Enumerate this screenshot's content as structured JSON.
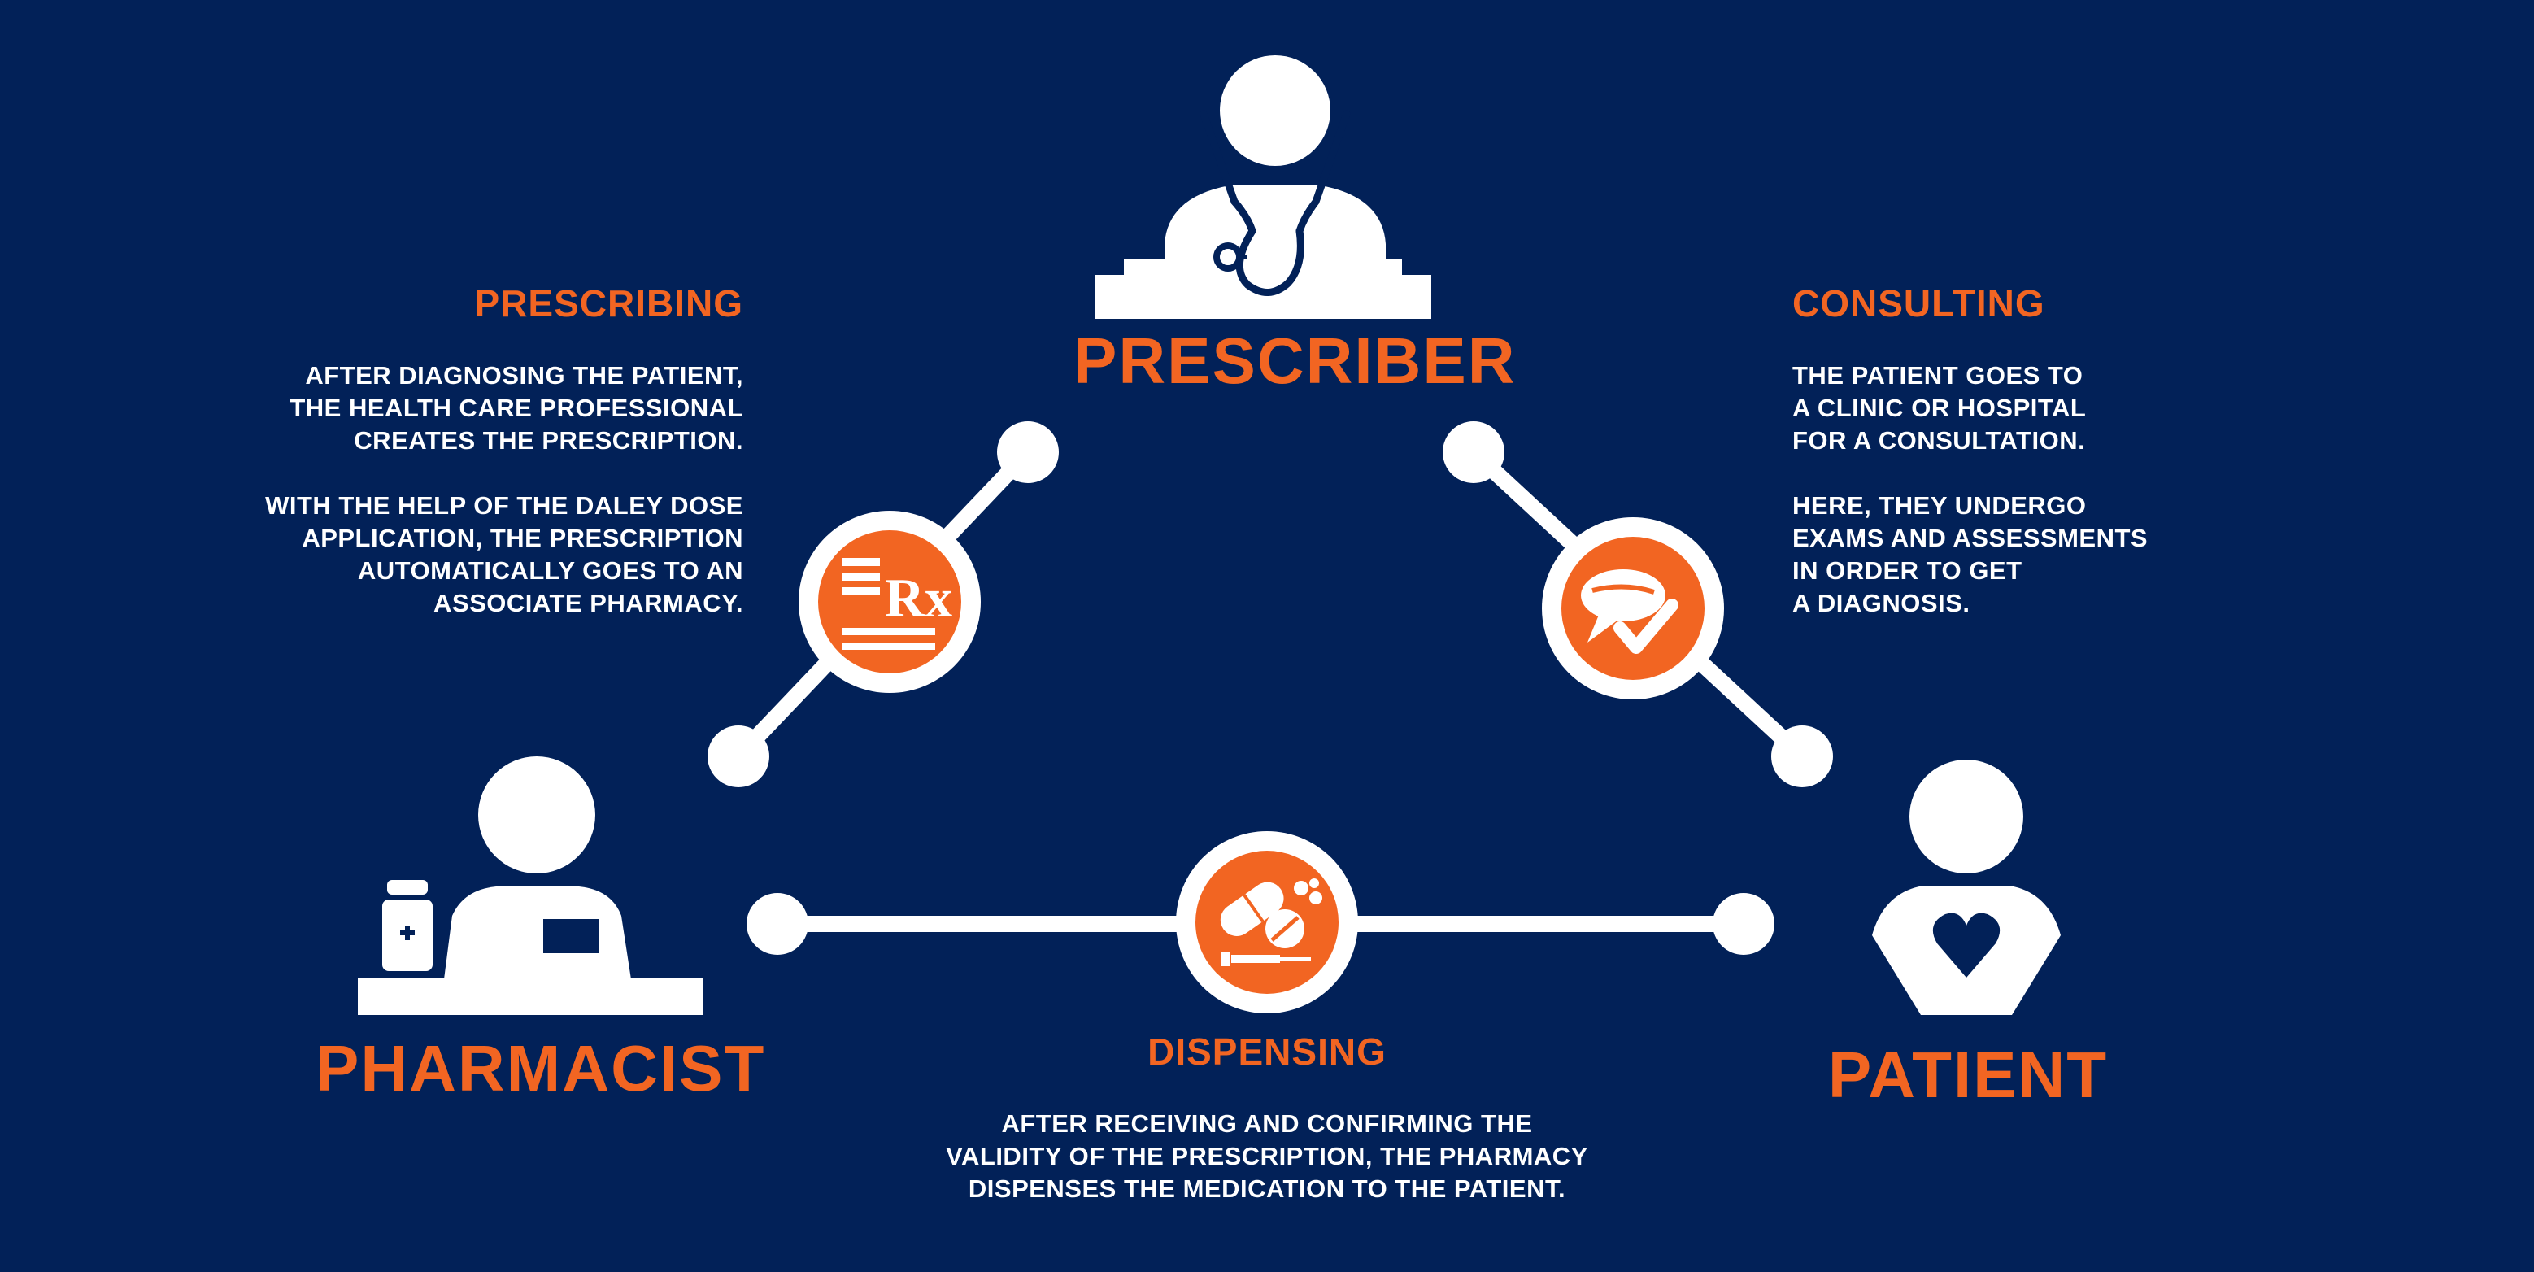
{
  "roles": {
    "prescriber": "PRESCRIBER",
    "pharmacist": "PHARMACIST",
    "patient": "PATIENT"
  },
  "steps": {
    "prescribing": {
      "title": "PRESCRIBING",
      "lines": [
        "AFTER DIAGNOSING THE PATIENT,",
        "THE HEALTH CARE PROFESSIONAL",
        "CREATES THE PRESCRIPTION.",
        "",
        "WITH THE HELP OF THE DALEY DOSE",
        "APPLICATION, THE PRESCRIPTION",
        "AUTOMATICALLY GOES TO AN",
        "ASSOCIATE PHARMACY."
      ]
    },
    "consulting": {
      "title": "CONSULTING",
      "lines": [
        "THE PATIENT GOES TO",
        "A CLINIC OR HOSPITAL",
        "FOR A CONSULTATION.",
        "",
        "HERE, THEY UNDERGO",
        "EXAMS AND ASSESSMENTS",
        "IN ORDER TO GET",
        "A DIAGNOSIS."
      ]
    },
    "dispensing": {
      "title": "DISPENSING",
      "lines": [
        "AFTER RECEIVING AND CONFIRMING THE",
        "VALIDITY OF THE PRESCRIPTION, THE PHARMACY",
        "DISPENSES THE MEDICATION TO THE PATIENT."
      ]
    }
  },
  "icons": {
    "rx_label": "Rx"
  },
  "colors": {
    "background": "#022158",
    "accent": "#f26522",
    "foreground": "#ffffff"
  }
}
